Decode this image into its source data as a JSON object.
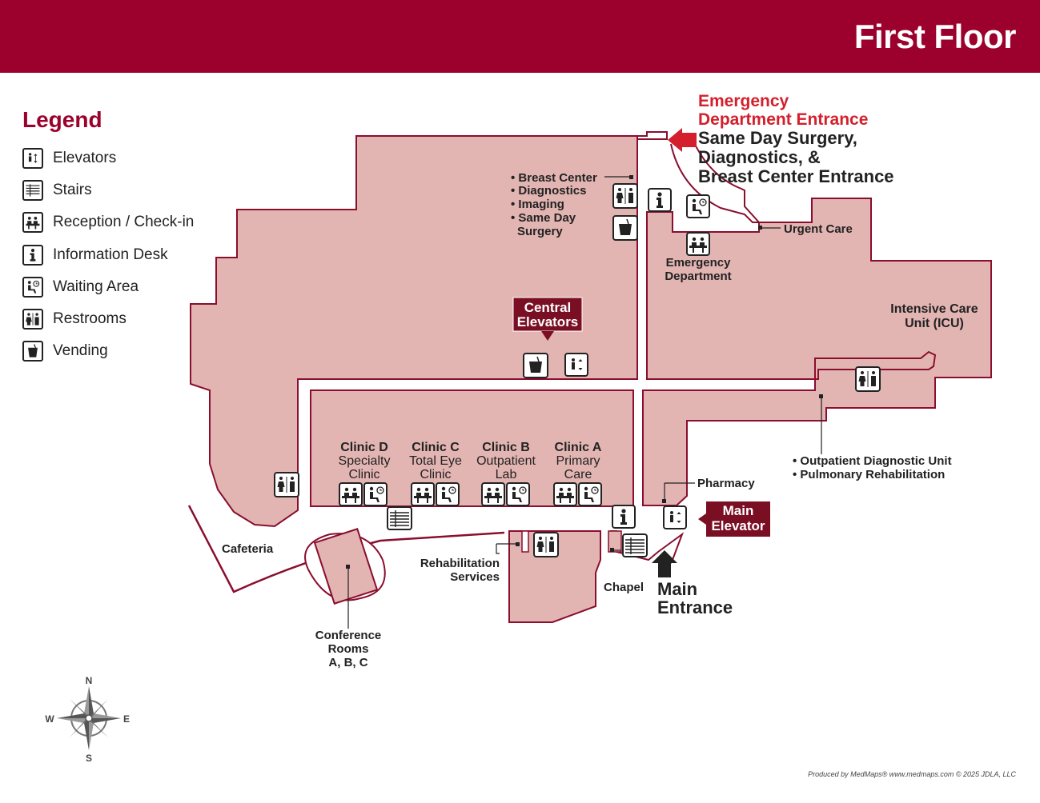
{
  "header": {
    "title": "First Floor"
  },
  "legend": {
    "title": "Legend",
    "items": [
      {
        "icon": "elevator-icon",
        "label": "Elevators"
      },
      {
        "icon": "stairs-icon",
        "label": "Stairs"
      },
      {
        "icon": "reception-icon",
        "label": "Reception / Check-in"
      },
      {
        "icon": "information-icon",
        "label": "Information Desk"
      },
      {
        "icon": "waiting-area-icon",
        "label": "Waiting Area"
      },
      {
        "icon": "restroom-icon",
        "label": "Restrooms"
      },
      {
        "icon": "vending-icon",
        "label": "Vending"
      }
    ]
  },
  "colors": {
    "brand": "#9c002c",
    "room_fill": "#e2b5b2",
    "outline": "#8a0e2e",
    "arrow_red": "#d41f2c"
  },
  "map": {
    "er_entrance": {
      "line1": "Emergency",
      "line2": "Department Entrance"
    },
    "sds_entrance": {
      "line1": "Same Day Surgery,",
      "line2": "Diagnostics, &",
      "line3": "Breast Center Entrance"
    },
    "breast_list": [
      "• Breast Center",
      "• Diagnostics",
      "• Imaging",
      "• Same Day",
      "Surgery"
    ],
    "urgent_care": "Urgent Care",
    "emergency_dept": {
      "line1": "Emergency",
      "line2": "Department"
    },
    "central_elevators": {
      "line1": "Central",
      "line2": "Elevators"
    },
    "icu": {
      "line1": "Intensive Care",
      "line2": "Unit (ICU)"
    },
    "clinics": [
      {
        "name": "Clinic D",
        "line2": "Specialty",
        "line3": "Clinic"
      },
      {
        "name": "Clinic C",
        "line2": "Total Eye",
        "line3": "Clinic"
      },
      {
        "name": "Clinic B",
        "line2": "Outpatient",
        "line3": "Lab"
      },
      {
        "name": "Clinic A",
        "line2": "Primary",
        "line3": "Care"
      }
    ],
    "pharmacy": "Pharmacy",
    "main_elevator": {
      "line1": "Main",
      "line2": "Elevator"
    },
    "outpatient": {
      "line1": "• Outpatient Diagnostic Unit",
      "line2": "• Pulmonary Rehabilitation"
    },
    "cafeteria": "Cafeteria",
    "rehab": {
      "line1": "Rehabilitation",
      "line2": "Services"
    },
    "chapel": "Chapel",
    "main_entrance": {
      "line1": "Main",
      "line2": "Entrance"
    },
    "conference": {
      "line1": "Conference",
      "line2": "Rooms",
      "line3": "A, B, C"
    },
    "compass": {
      "n": "N",
      "s": "S",
      "e": "E",
      "w": "W"
    }
  },
  "footer": {
    "credit": "Produced by MedMaps® www.medmaps.com   © 2025 JDLA, LLC"
  }
}
